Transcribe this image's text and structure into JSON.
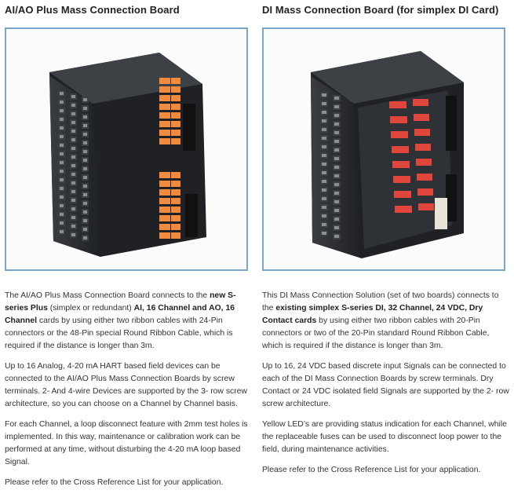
{
  "left": {
    "title": "AI/AO Plus Mass Connection Board",
    "paragraphs": [
      {
        "a": "The AI/AO Plus Mass Connection Board connects to the ",
        "b1": "new S-series Plus",
        "c": " (simplex or redundant) ",
        "b2": "AI, 16 Channel and AO, 16 Channel",
        "d": " cards by using either two ribbon cables with 24-Pin connectors or the 48-Pin special Round Ribbon Cable, which is required if the distance is longer than 3m."
      },
      {
        "text": "Up to 16 Analog, 4-20 mA HART based field devices can be connected to the AI/AO Plus Mass Connection Boards by screw terminals. 2- And 4-wire Devices are supported by the 3- row screw architecture, so you can choose on a Channel by Channel basis."
      },
      {
        "text": "For each Channel, a loop disconnect feature with 2mm test holes is implemented. In this way, maintenance or calibration work can be performed at any time, without disturbing the 4-20 mA loop based Signal."
      },
      {
        "text": "Please refer to the Cross Reference List for your application."
      }
    ]
  },
  "right": {
    "title": "DI Mass Connection Board (for simplex DI Card)",
    "paragraphs": [
      {
        "a": "This DI Mass Connection Solution (set of two boards) connects to the ",
        "b1": "existing simplex S-series DI, 32 Channel, 24 VDC, Dry Contact cards",
        "c": " by using either two ribbon cables with 20-Pin connectors or two of the 20-Pin standard Round Ribbon Cable, which is required if the distance is longer than 3m."
      },
      {
        "text": "Up to 16, 24 VDC based discrete input Signals can be connected to each of the DI Mass Connection Boards by screw terminals. Dry Contact or 24 VDC isolated field Signals are supported by the 2- row screw architecture."
      },
      {
        "text": "Yellow LED’s are providing status indication for each Channel, while the replaceable fuses can be used to disconnect loop power to the field, during maintenance activities."
      },
      {
        "text": "Please refer to the Cross Reference List for your application."
      }
    ]
  },
  "colors": {
    "frame_border": "#7aa6c9",
    "board_body": "#2a2c2f",
    "terminal_orange": "#f08a3c",
    "fuse_red": "#e0463c"
  }
}
